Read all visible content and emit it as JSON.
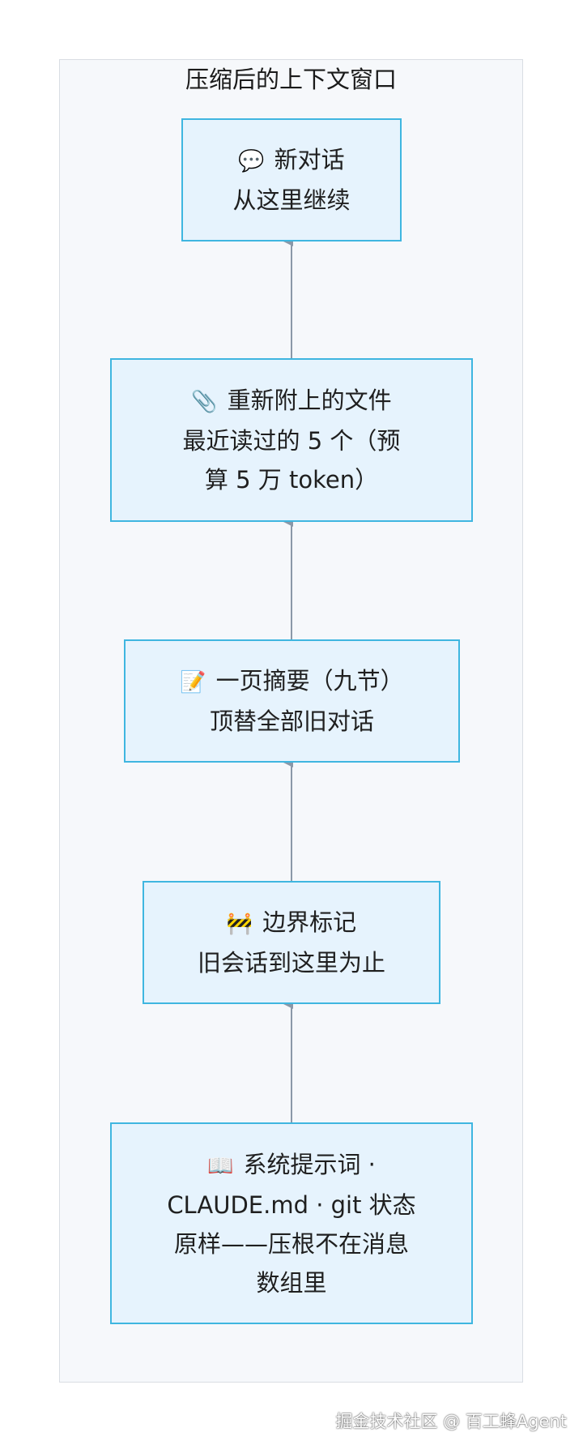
{
  "panel": {
    "title": "压缩后的上下文窗口"
  },
  "nodes": {
    "chat": {
      "icon": "speech-bubble-icon",
      "emoji": "💬",
      "title": "新对话",
      "subtitle": "从这里继续"
    },
    "files": {
      "icon": "paperclip-icon",
      "emoji": "📎",
      "title": "重新附上的文件",
      "line2": "最近读过的 5 个（预",
      "line3": "算 5 万 token）"
    },
    "summary": {
      "icon": "memo-icon",
      "emoji": "📝",
      "title": "一页摘要（九节）",
      "subtitle": "顶替全部旧对话"
    },
    "boundary": {
      "icon": "construction-barrier-icon",
      "emoji": "🚧",
      "title": "边界标记",
      "subtitle": "旧会话到这里为止"
    },
    "system": {
      "icon": "open-book-icon",
      "emoji": "📖",
      "title": "系统提示词 ·",
      "line2": "CLAUDE.md · git 状态",
      "line3": "原样——压根不在消息",
      "line4": "数组里"
    }
  },
  "colors": {
    "node_fill": "#e6f3fd",
    "node_border": "#3fb6e0",
    "panel_fill": "#f6f8fb",
    "arrow": "#8a98a8"
  },
  "watermark": "掘金技术社区 @ 百工蜂Agent"
}
